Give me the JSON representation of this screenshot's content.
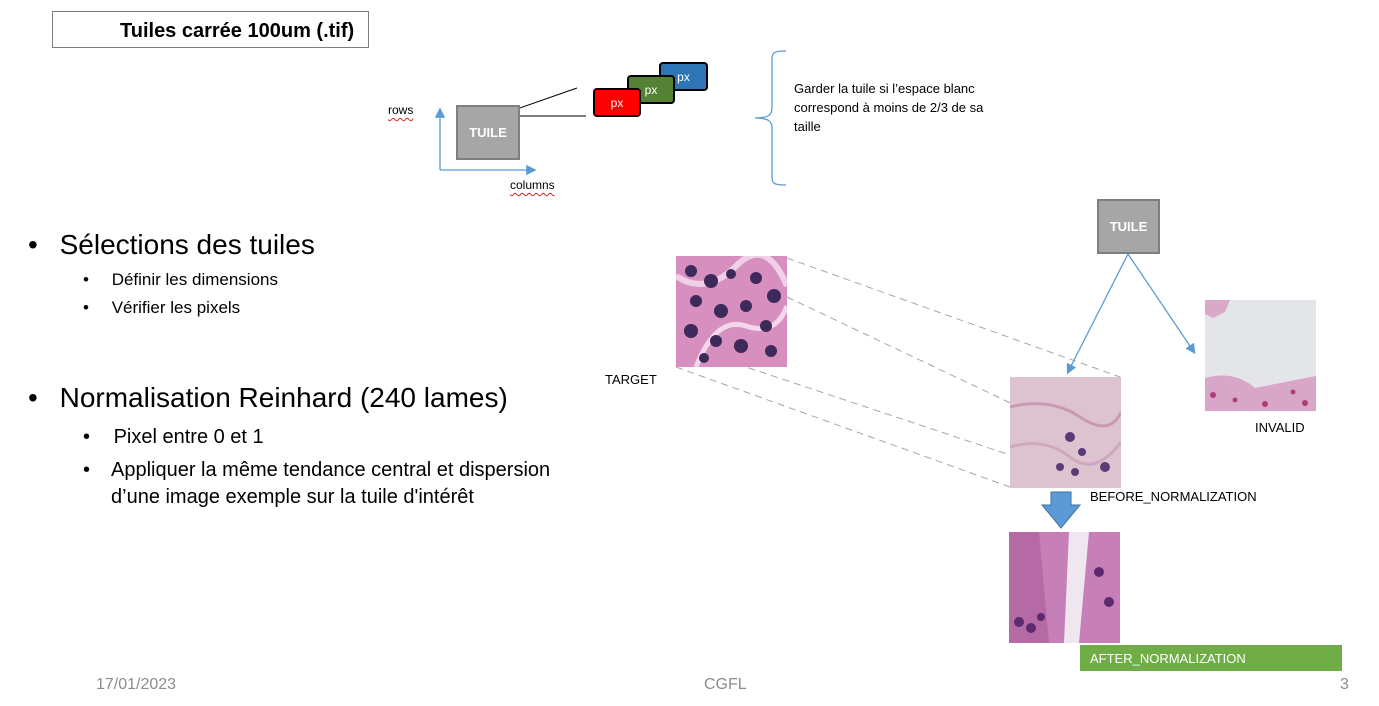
{
  "title": "Tuiles carrée 100um (.tif)",
  "diagram": {
    "tuile_label": "TUILE",
    "rows_label": "rows",
    "columns_label": "columns",
    "px_labels": [
      "px",
      "px",
      "px"
    ],
    "note": "Garder la tuile si l’espace blanc correspond à moins de 2/3 de sa taille"
  },
  "bullets": [
    {
      "text": "Sélections des tuiles",
      "sub": [
        "Définir les  dimensions",
        "Vérifier les pixels"
      ]
    },
    {
      "text": "Normalisation Reinhard (240 lames)",
      "sub": [
        "Pixel entre 0 et 1",
        "Appliquer la même tendance central et dispersion d’une image exemple sur la tuile d'intérêt"
      ]
    }
  ],
  "images": {
    "tuile_label": "TUILE",
    "target_label": "TARGET",
    "invalid_label": "INVALID",
    "before_label": "BEFORE_NORMALIZATION",
    "after_label": "AFTER_NORMALIZATION"
  },
  "footer": {
    "date": "17/01/2023",
    "center": "CGFL",
    "page": "3"
  },
  "colors": {
    "px_red": "#ff0000",
    "px_green": "#548235",
    "px_blue": "#2e75b6",
    "tuile_gray": "#a6a6a6",
    "accent_blue": "#5b9bd5",
    "after_green": "#70ad47"
  }
}
